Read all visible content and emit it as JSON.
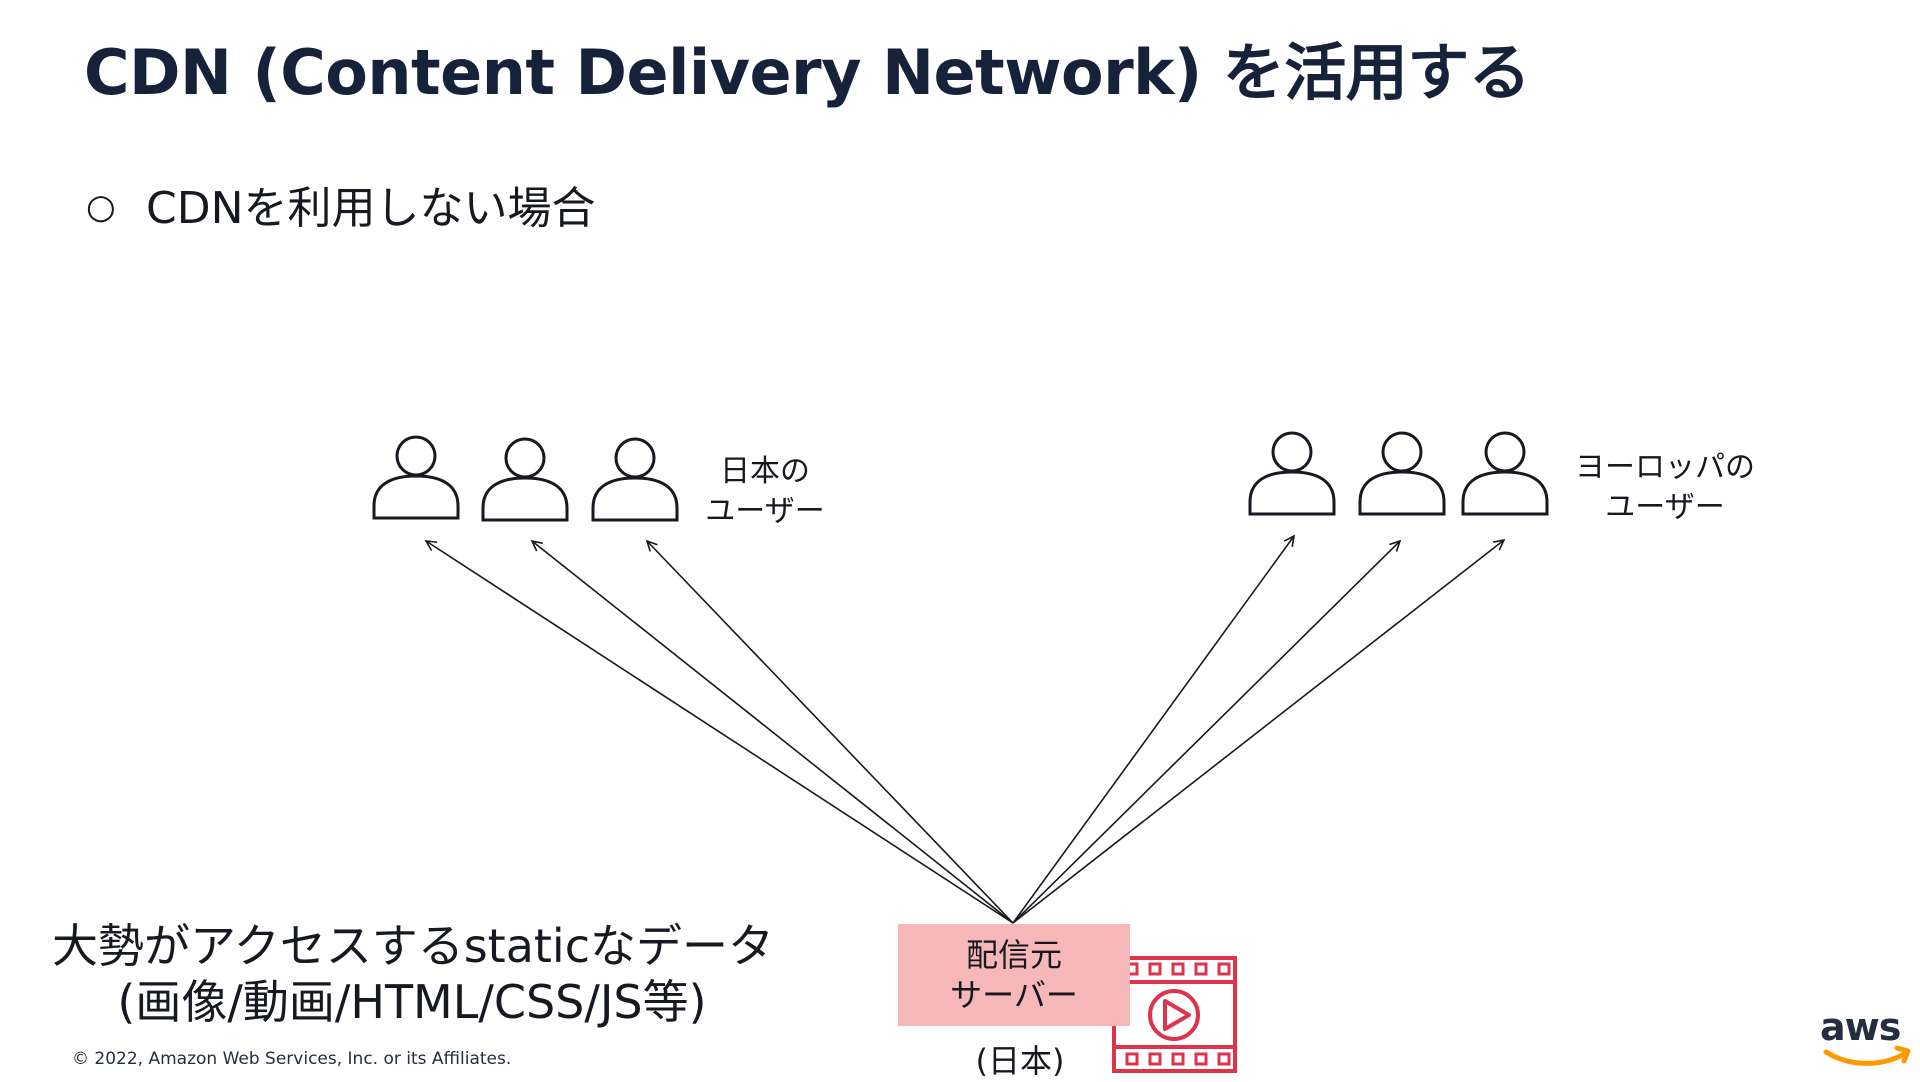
{
  "title": "CDN (Content Delivery Network) を活用する",
  "bullet": {
    "mark": "○",
    "text": "CDNを利用しない場合"
  },
  "japan_users": {
    "line1": "日本の",
    "line2": "ユーザー"
  },
  "europe_users": {
    "line1": "ヨーロッパの",
    "line2": "ユーザー"
  },
  "server": {
    "line1": "配信元",
    "line2": "サーバー",
    "region": "(日本)"
  },
  "static_content": {
    "line1": "大勢がアクセスするstaticなデータ",
    "line2": "(画像/動画/HTML/CSS/JS等)"
  },
  "footer": {
    "copyright": "© 2022, Amazon Web Services, Inc. or its Affiliates.",
    "logo_text": "aws"
  },
  "colors": {
    "title": "#16213a",
    "server_fill": "#f5b7b8",
    "video_icon": "#dd344c",
    "aws_smile": "#ff9900"
  },
  "icons": [
    "user-icon",
    "video-icon",
    "aws-logo"
  ]
}
